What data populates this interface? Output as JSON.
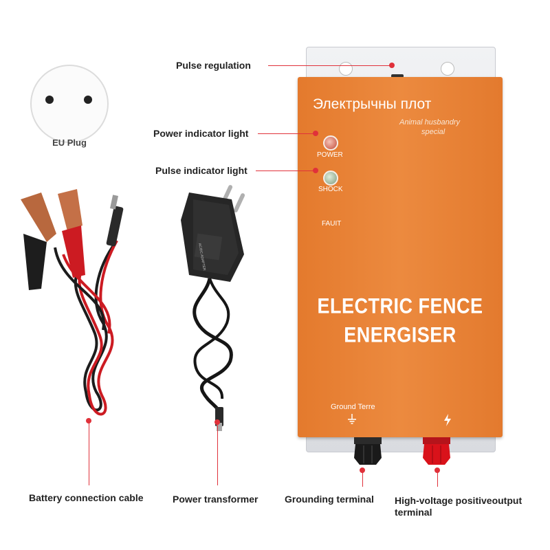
{
  "plug": {
    "label": "EU Plug"
  },
  "device": {
    "brand_text": "Электрычны плот",
    "subtitle_line1": "Animal husbandry",
    "subtitle_line2": "special",
    "power_label": "POWER",
    "shock_label": "SHOCK",
    "fault_label": "FAUIT",
    "title_line1": "ELECTRIC FENCE",
    "title_line2": "ENERGISER",
    "ground_label": "Ground Terre"
  },
  "adapter": {
    "sticker_text": "AC/DC ADAPTER"
  },
  "callouts": {
    "pulse_regulation": "Pulse regulation",
    "power_indicator": "Power indicator light",
    "pulse_indicator": "Pulse indicator light",
    "battery_cable": "Battery connection cable",
    "power_transformer": "Power transformer",
    "grounding_terminal": "Grounding terminal",
    "hv_terminal_line1": "High-voltage positiveoutput",
    "hv_terminal_line2": "terminal"
  },
  "colors": {
    "panel_orange": "#e9853a",
    "accent_red": "#e0313a",
    "terminal_red": "#d9121a",
    "terminal_black": "#1a1a1a"
  }
}
